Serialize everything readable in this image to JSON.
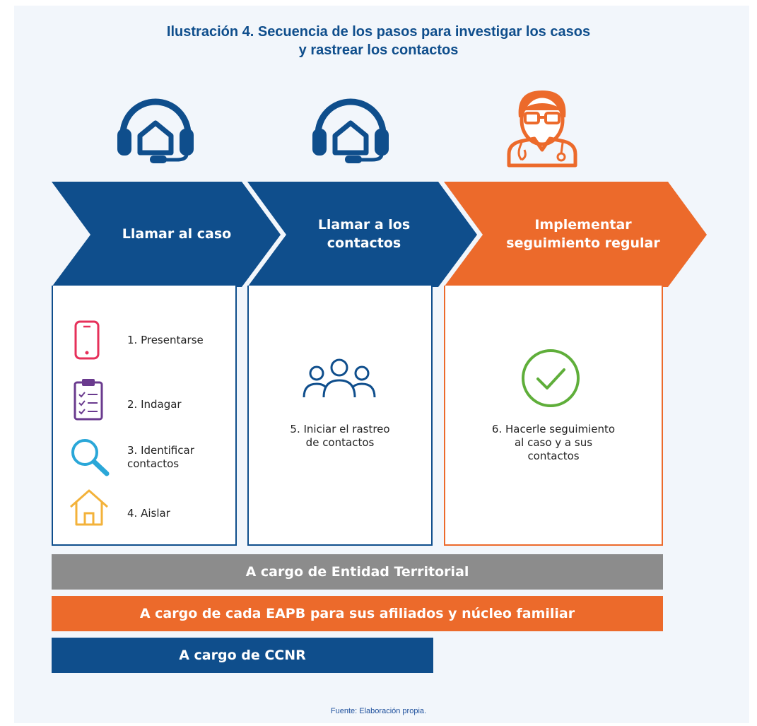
{
  "title": {
    "line1": "Ilustración 4. Secuencia de los pasos para investigar los casos",
    "line2": "y rastrear los contactos"
  },
  "colors": {
    "blue": "#0f4e8c",
    "orange": "#ec6a2b",
    "gray": "#8c8c8c",
    "panel_bg": "#f2f6fb"
  },
  "stages": [
    {
      "label_lines": [
        "Llamar al caso"
      ],
      "icon": "headset-house-icon"
    },
    {
      "label_lines": [
        "Llamar a los",
        "contactos"
      ],
      "icon": "headset-house-icon"
    },
    {
      "label_lines": [
        "Implementar",
        "seguimiento regular"
      ],
      "icon": "doctor-icon"
    }
  ],
  "steps_col1": [
    {
      "text_lines": [
        "1. Presentarse"
      ],
      "icon": "smartphone-icon"
    },
    {
      "text_lines": [
        "2. Indagar"
      ],
      "icon": "clipboard-icon"
    },
    {
      "text_lines": [
        "3. Identificar",
        "contactos"
      ],
      "icon": "magnifier-icon"
    },
    {
      "text_lines": [
        "4. Aislar"
      ],
      "icon": "house-icon"
    }
  ],
  "step_col2": {
    "text_lines": [
      "5. Iniciar el rastreo",
      "de contactos"
    ],
    "icon": "people-group-icon"
  },
  "step_col3": {
    "text_lines": [
      "6. Hacerle seguimiento",
      "al caso y a sus",
      "contactos"
    ],
    "icon": "check-circle-icon"
  },
  "bars": [
    {
      "label": "A cargo de Entidad Territorial",
      "color": "#8c8c8c"
    },
    {
      "label": "A cargo de cada EAPB para sus afiliados y núcleo familiar",
      "color": "#ec6a2b"
    },
    {
      "label": "A cargo de CCNR",
      "color": "#0f4e8c"
    }
  ],
  "source": "Fuente: Elaboración propia."
}
